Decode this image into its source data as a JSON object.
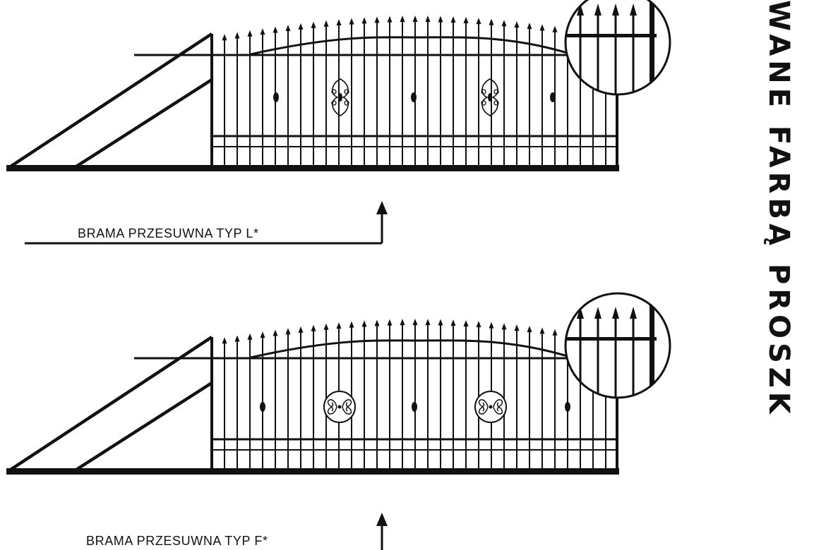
{
  "diagram": {
    "gates": [
      {
        "id": "typ-l",
        "label": "BRAMA PRZESUWNA TYP L*",
        "ornament": "scroll"
      },
      {
        "id": "typ-f",
        "label": "BRAMA PRZESUWNA TYP F*",
        "ornament": "ring"
      }
    ],
    "side_text": "WANE   FARBĄ   PROSZK",
    "colors": {
      "ink": "#111111",
      "background": "#ffffff"
    }
  }
}
